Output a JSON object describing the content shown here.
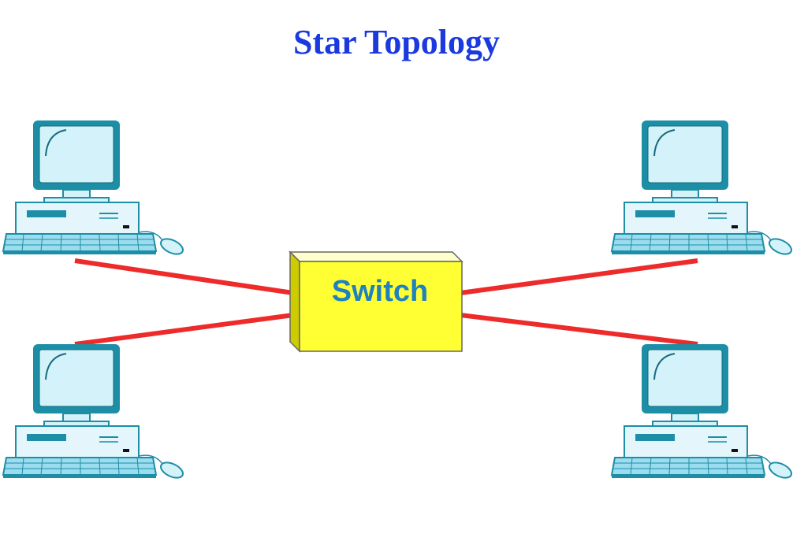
{
  "title": "Star Topology",
  "hub": {
    "label": "Switch"
  },
  "nodes": [
    {
      "id": "computer-top-left"
    },
    {
      "id": "computer-bottom-left"
    },
    {
      "id": "computer-top-right"
    },
    {
      "id": "computer-bottom-right"
    }
  ],
  "colors": {
    "title": "#1a3adf",
    "link": "#ee2b2b",
    "switch_face": "#ffff33",
    "switch_text": "#1e82c0",
    "monitor_frame": "#1c8ea6",
    "monitor_screen": "#d4f2fa",
    "body": "#e4f6fb",
    "keyboard": "#9bdcee"
  }
}
